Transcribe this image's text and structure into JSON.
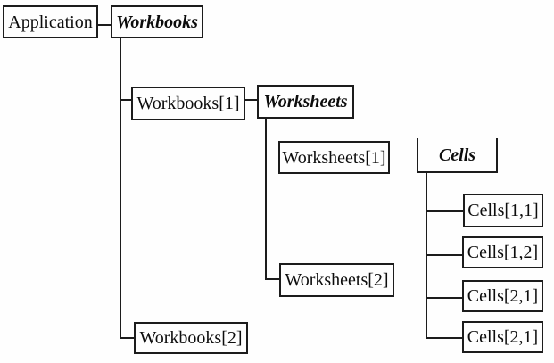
{
  "diagram": {
    "description": "Excel object model hierarchy tree",
    "nodes": {
      "application": {
        "label": "Application"
      },
      "workbooks": {
        "label": "Workbooks"
      },
      "workbooks_1": {
        "label": "Workbooks[1]"
      },
      "workbooks_2": {
        "label": "Workbooks[2]"
      },
      "worksheets": {
        "label": "Worksheets"
      },
      "worksheets_1": {
        "label": "Worksheets[1]"
      },
      "worksheets_2": {
        "label": "Worksheets[2]"
      },
      "cells": {
        "label": "Cells"
      },
      "cells_1_1": {
        "label": "Cells[1,1]"
      },
      "cells_1_2": {
        "label": "Cells[1,2]"
      },
      "cells_2_1_a": {
        "label": "Cells[2,1]"
      },
      "cells_2_1_b": {
        "label": "Cells[2,1]"
      }
    },
    "colors": {
      "line": "#1c1c1c",
      "background": "#fefefe",
      "text": "#0d0d0d"
    }
  }
}
